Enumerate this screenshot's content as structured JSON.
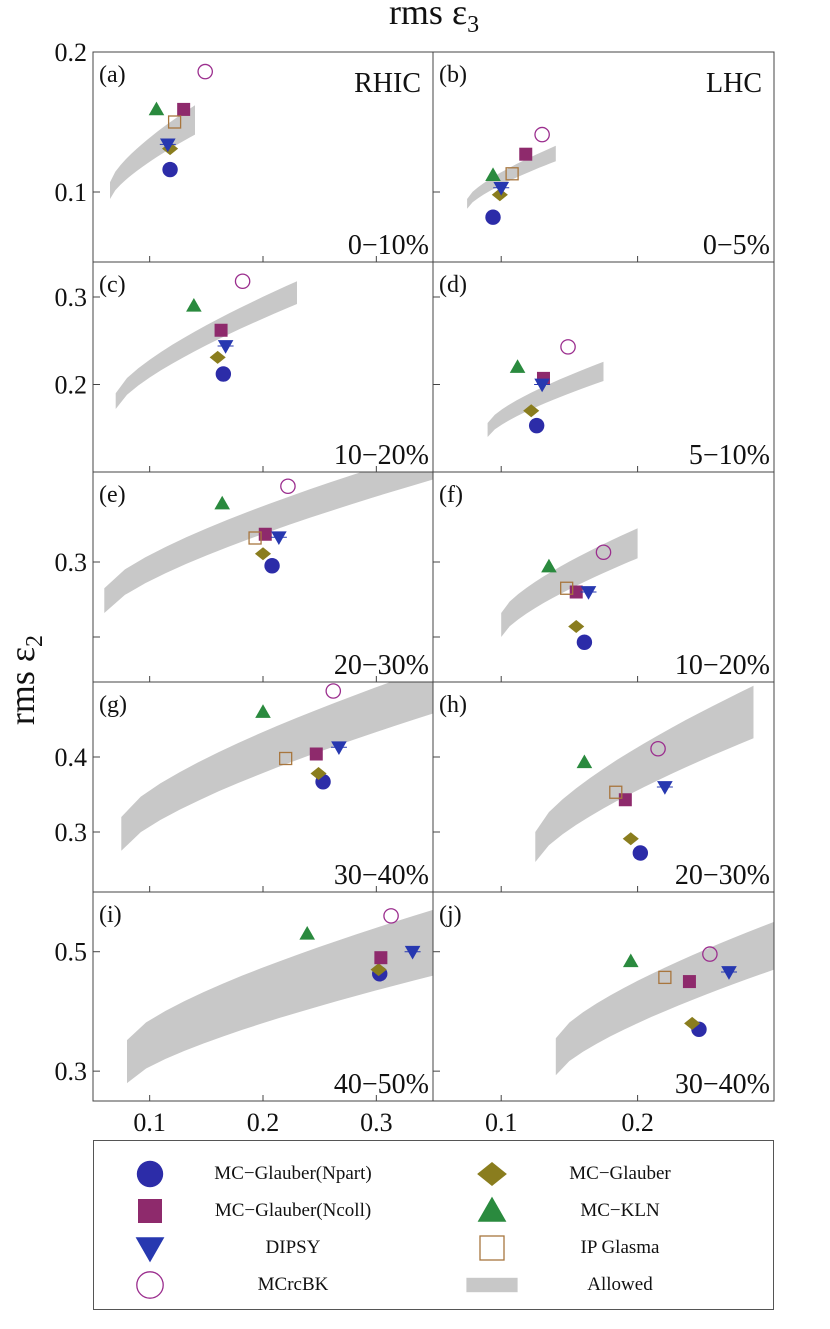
{
  "figure": {
    "top_title": "rms ε",
    "top_title_sub": "3",
    "side_title": "rms ε",
    "side_title_sub": "2"
  },
  "legend": [
    {
      "key": "npart",
      "label": "MC−Glauber(Npart)",
      "symbol": "filled-circle",
      "color": "#2c2ca8"
    },
    {
      "key": "mcg",
      "label": "MC−Glauber",
      "symbol": "filled-diamond",
      "color": "#8a7d1e"
    },
    {
      "key": "ncoll",
      "label": "MC−Glauber(Ncoll)",
      "symbol": "filled-square",
      "color": "#8e2a6c"
    },
    {
      "key": "kln",
      "label": "MC−KLN",
      "symbol": "filled-triangle-up",
      "color": "#2a8a3e"
    },
    {
      "key": "dipsy",
      "label": "DIPSY",
      "symbol": "filled-triangle-down",
      "color": "#2738b0"
    },
    {
      "key": "ipg",
      "label": "IP Glasma",
      "symbol": "open-square",
      "color": "#a8763e"
    },
    {
      "key": "mcrcbk",
      "label": "MCrcBK",
      "symbol": "open-circle",
      "color": "#9b2e8e"
    },
    {
      "key": "allowed",
      "label": "Allowed",
      "symbol": "gray-band",
      "color": "#c8c8c8"
    }
  ],
  "chart_data": [
    {
      "type": "scatter",
      "panel": "(a)",
      "experiment": "RHIC",
      "centrality": "0−10%",
      "xlim": [
        0.05,
        0.35
      ],
      "ylim": [
        0.05,
        0.2
      ],
      "yticks": [
        0.1,
        0.2
      ],
      "ytick_labels": [
        "0.1",
        "0.2"
      ],
      "band": {
        "x": [
          0.065,
          0.14
        ],
        "lower": [
          0.095,
          0.141
        ],
        "upper": [
          0.107,
          0.162
        ]
      },
      "points": {
        "npart": [
          0.118,
          0.116
        ],
        "mcg": [
          0.118,
          0.131
        ],
        "ncoll": [
          0.13,
          0.159
        ],
        "kln": [
          0.106,
          0.159
        ],
        "dipsy": [
          0.116,
          0.134
        ],
        "ipg": [
          0.122,
          0.15
        ],
        "mcrcbk": [
          0.149,
          0.186
        ]
      }
    },
    {
      "type": "scatter",
      "panel": "(b)",
      "experiment": "LHC",
      "centrality": "0−5%",
      "xlim": [
        0.05,
        0.3
      ],
      "ylim": [
        0.05,
        0.2
      ],
      "yticks": [
        0.1,
        0.2
      ],
      "ytick_labels": [],
      "band": {
        "x": [
          0.075,
          0.14
        ],
        "lower": [
          0.088,
          0.122
        ],
        "upper": [
          0.095,
          0.133
        ]
      },
      "points": {
        "npart": [
          0.094,
          0.082
        ],
        "mcg": [
          0.099,
          0.098
        ],
        "ncoll": [
          0.118,
          0.127
        ],
        "kln": [
          0.094,
          0.112
        ],
        "dipsy": [
          0.1,
          0.103
        ],
        "ipg": [
          0.108,
          0.113
        ],
        "mcrcbk": [
          0.13,
          0.141
        ]
      }
    },
    {
      "type": "scatter",
      "panel": "(c)",
      "experiment": "",
      "centrality": "10−20%",
      "xlim": [
        0.05,
        0.35
      ],
      "ylim": [
        0.1,
        0.34
      ],
      "yticks": [
        0.2,
        0.3
      ],
      "ytick_labels": [
        "0.2",
        "0.3"
      ],
      "band": {
        "x": [
          0.07,
          0.23
        ],
        "lower": [
          0.172,
          0.292
        ],
        "upper": [
          0.19,
          0.318
        ]
      },
      "points": {
        "npart": [
          0.165,
          0.212
        ],
        "mcg": [
          0.16,
          0.231
        ],
        "ncoll": [
          0.163,
          0.262
        ],
        "kln": [
          0.139,
          0.29
        ],
        "dipsy": [
          0.167,
          0.244
        ],
        "ipg": null,
        "mcrcbk": [
          0.182,
          0.318
        ]
      }
    },
    {
      "type": "scatter",
      "panel": "(d)",
      "experiment": "",
      "centrality": "5−10%",
      "xlim": [
        0.05,
        0.3
      ],
      "ylim": [
        0.1,
        0.34
      ],
      "yticks": [
        0.2,
        0.3
      ],
      "ytick_labels": [],
      "band": {
        "x": [
          0.09,
          0.175
        ],
        "lower": [
          0.14,
          0.204
        ],
        "upper": [
          0.156,
          0.226
        ]
      },
      "points": {
        "npart": [
          0.126,
          0.153
        ],
        "mcg": [
          0.122,
          0.17
        ],
        "ncoll": [
          0.131,
          0.207
        ],
        "kln": [
          0.112,
          0.22
        ],
        "dipsy": [
          0.13,
          0.2
        ],
        "ipg": null,
        "mcrcbk": [
          0.149,
          0.243
        ]
      }
    },
    {
      "type": "scatter",
      "panel": "(e)",
      "experiment": "",
      "centrality": "20−30%",
      "xlim": [
        0.05,
        0.35
      ],
      "ylim": [
        0.14,
        0.42
      ],
      "yticks": [
        0.2,
        0.3
      ],
      "ytick_labels": [
        "",
        "0.3"
      ],
      "band": {
        "x": [
          0.06,
          0.35
        ],
        "lower": [
          0.232,
          0.41
        ],
        "upper": [
          0.265,
          0.45
        ]
      },
      "points": {
        "npart": [
          0.208,
          0.295
        ],
        "mcg": [
          0.2,
          0.311
        ],
        "ncoll": [
          0.202,
          0.337
        ],
        "kln": [
          0.164,
          0.378
        ],
        "dipsy": [
          0.214,
          0.333
        ],
        "ipg": [
          0.193,
          0.332
        ],
        "mcrcbk": [
          0.222,
          0.401
        ]
      }
    },
    {
      "type": "scatter",
      "panel": "(f)",
      "experiment": "",
      "centrality": "10−20%",
      "xlim": [
        0.05,
        0.3
      ],
      "ylim": [
        0.14,
        0.42
      ],
      "yticks": [
        0.2,
        0.3
      ],
      "ytick_labels": [],
      "band": {
        "x": [
          0.1,
          0.2
        ],
        "lower": [
          0.2,
          0.305
        ],
        "upper": [
          0.232,
          0.345
        ]
      },
      "points": {
        "npart": [
          0.161,
          0.193
        ],
        "mcg": [
          0.155,
          0.214
        ],
        "ncoll": [
          0.155,
          0.26
        ],
        "kln": [
          0.135,
          0.294
        ],
        "dipsy": [
          0.164,
          0.26
        ],
        "ipg": [
          0.148,
          0.265
        ],
        "mcrcbk": [
          0.175,
          0.313
        ]
      }
    },
    {
      "type": "scatter",
      "panel": "(g)",
      "experiment": "",
      "centrality": "30−40%",
      "xlim": [
        0.05,
        0.35
      ],
      "ylim": [
        0.22,
        0.5
      ],
      "yticks": [
        0.3,
        0.4
      ],
      "ytick_labels": [
        "0.3",
        "0.4"
      ],
      "band": {
        "x": [
          0.075,
          0.35
        ],
        "lower": [
          0.275,
          0.458
        ],
        "upper": [
          0.32,
          0.52
        ]
      },
      "points": {
        "npart": [
          0.253,
          0.367
        ],
        "mcg": [
          0.249,
          0.378
        ],
        "ncoll": [
          0.247,
          0.404
        ],
        "kln": [
          0.2,
          0.46
        ],
        "dipsy": [
          0.267,
          0.413
        ],
        "ipg": [
          0.22,
          0.398
        ],
        "mcrcbk": [
          0.262,
          0.488
        ]
      }
    },
    {
      "type": "scatter",
      "panel": "(h)",
      "experiment": "",
      "centrality": "20−30%",
      "xlim": [
        0.05,
        0.3
      ],
      "ylim": [
        0.22,
        0.5
      ],
      "yticks": [
        0.3,
        0.4
      ],
      "ytick_labels": [],
      "band": {
        "x": [
          0.125,
          0.285
        ],
        "lower": [
          0.26,
          0.425
        ],
        "upper": [
          0.3,
          0.495
        ]
      },
      "points": {
        "npart": [
          0.202,
          0.272
        ],
        "mcg": [
          0.195,
          0.291
        ],
        "ncoll": [
          0.191,
          0.343
        ],
        "kln": [
          0.161,
          0.393
        ],
        "dipsy": [
          0.22,
          0.36
        ],
        "ipg": [
          0.184,
          0.353
        ],
        "mcrcbk": [
          0.215,
          0.411
        ]
      }
    },
    {
      "type": "scatter",
      "panel": "(i)",
      "experiment": "",
      "centrality": "40−50%",
      "xlim": [
        0.05,
        0.35
      ],
      "ylim": [
        0.25,
        0.6
      ],
      "yticks": [
        0.3,
        0.5
      ],
      "ytick_labels": [
        "0.3",
        "0.5"
      ],
      "band": {
        "x": [
          0.08,
          0.35
        ],
        "lower": [
          0.28,
          0.46
        ],
        "upper": [
          0.352,
          0.57
        ]
      },
      "points": {
        "npart": [
          0.303,
          0.463
        ],
        "mcg": [
          0.302,
          0.47
        ],
        "ncoll": [
          0.304,
          0.49
        ],
        "kln": [
          0.239,
          0.53
        ],
        "dipsy": [
          0.332,
          0.5
        ],
        "ipg": null,
        "mcrcbk": [
          0.313,
          0.56
        ]
      }
    },
    {
      "type": "scatter",
      "panel": "(j)",
      "experiment": "",
      "centrality": "30−40%",
      "xlim": [
        0.05,
        0.3
      ],
      "ylim": [
        0.25,
        0.6
      ],
      "yticks": [
        0.3,
        0.5
      ],
      "ytick_labels": [],
      "band": {
        "x": [
          0.14,
          0.3
        ],
        "lower": [
          0.293,
          0.47
        ],
        "upper": [
          0.355,
          0.55
        ]
      },
      "points": {
        "npart": [
          0.245,
          0.37
        ],
        "mcg": [
          0.24,
          0.38
        ],
        "ncoll": [
          0.238,
          0.45
        ],
        "kln": [
          0.195,
          0.484
        ],
        "dipsy": [
          0.267,
          0.466
        ],
        "ipg": [
          0.22,
          0.457
        ],
        "mcrcbk": [
          0.253,
          0.496
        ]
      }
    }
  ],
  "x_axes": {
    "left": {
      "ticks": [
        0.1,
        0.2,
        0.3
      ],
      "labels": [
        "0.1",
        "0.2",
        "0.3"
      ]
    },
    "right": {
      "ticks": [
        0.1,
        0.2
      ],
      "labels": [
        "0.1",
        "0.2"
      ]
    }
  }
}
